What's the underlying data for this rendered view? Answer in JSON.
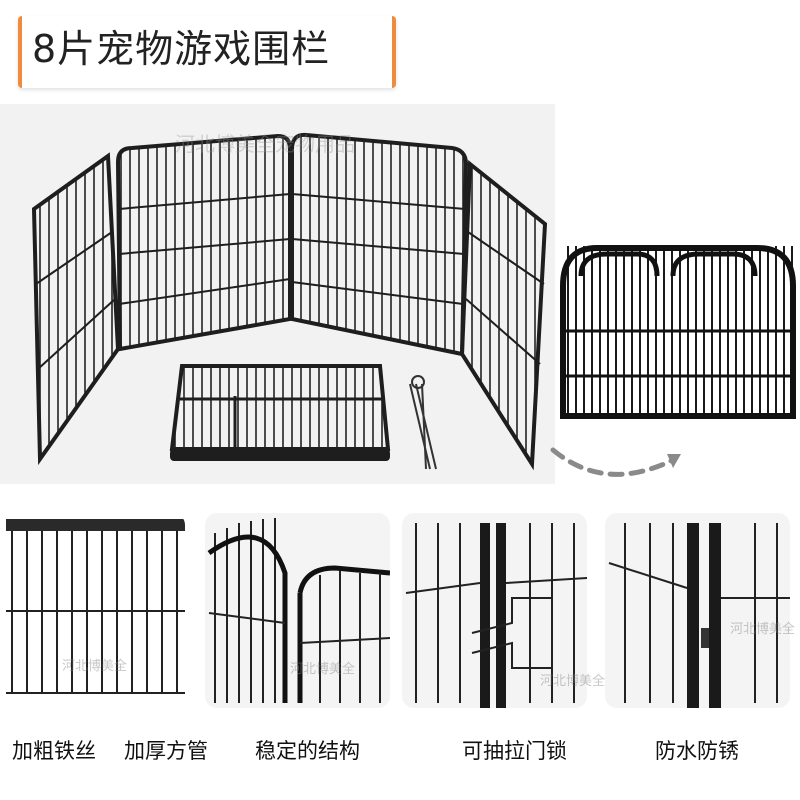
{
  "header": {
    "title": "8片宠物游戏围栏"
  },
  "watermarks": {
    "main": "河北博美全宠物用品",
    "detail_1": "河北博美全",
    "detail_2": "河北博美全",
    "detail_3": "河北博美全",
    "detail_4": "河北博美全"
  },
  "captions": {
    "wire": "加粗铁丝",
    "tube": "加厚方管",
    "stable": "稳定的结构",
    "latch": "可抽拉门锁",
    "rust": "防水防锈"
  },
  "colors": {
    "accent": "#f08a3c",
    "fence": "#1e1e1e"
  }
}
